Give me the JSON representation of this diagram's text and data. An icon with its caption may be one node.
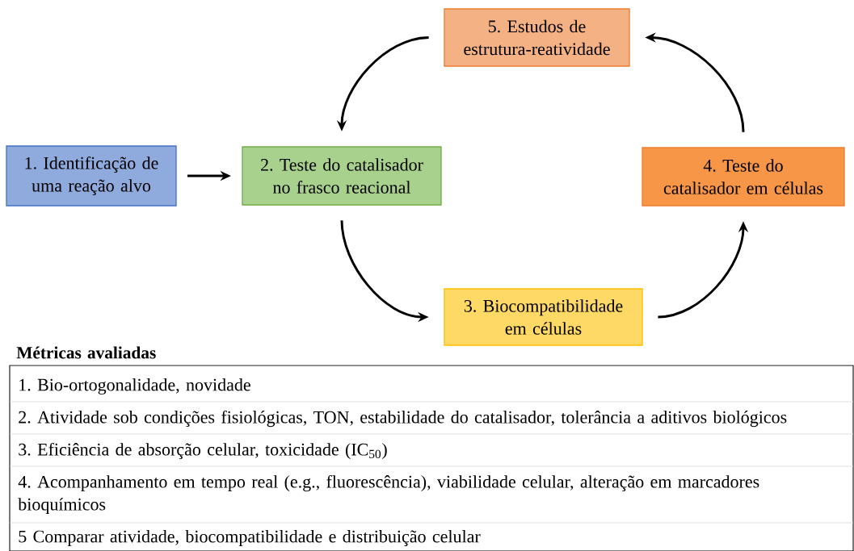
{
  "diagram": {
    "nodes": [
      {
        "text": [
          "1. Identificação de uma reação alvo"
        ]
      },
      {
        "text": [
          "2. Teste do catalisador no frasco reacional"
        ]
      },
      {
        "text": [
          "3. Biocompatibilidade em células"
        ]
      },
      {
        "text": [
          "4. Teste do catalisador em células"
        ]
      },
      {
        "text": [
          "5. Estudos de estrutura-reatividade"
        ]
      }
    ],
    "edges": [
      {
        "from": 0,
        "to": 1,
        "arrow": "to"
      },
      {
        "from": 1,
        "to": 2,
        "arrow": "to"
      },
      {
        "from": 2,
        "to": 3,
        "arrow": "to"
      },
      {
        "from": 3,
        "to": 4,
        "arrow": "to"
      },
      {
        "from": 4,
        "to": 1,
        "arrow": "to"
      }
    ],
    "labels": [
      "Métricas avaliadas",
      "1. Bio-ortogonalidade, novidade",
      "2. Atividade sob condições fisiológicas, TON, estabilidade do catalisador, tolerância a aditivos biológicos",
      "3. Eficiência de absorção celular, toxicidade (IC$_{50}$)",
      "4. Acompanhamento em tempo real (e.g., fluorescência), viabilidade celular, alteração em marcadores bioquímicos",
      "5 Comparar atividade, biocompatibilidade e distribuição celular"
    ]
  }
}
